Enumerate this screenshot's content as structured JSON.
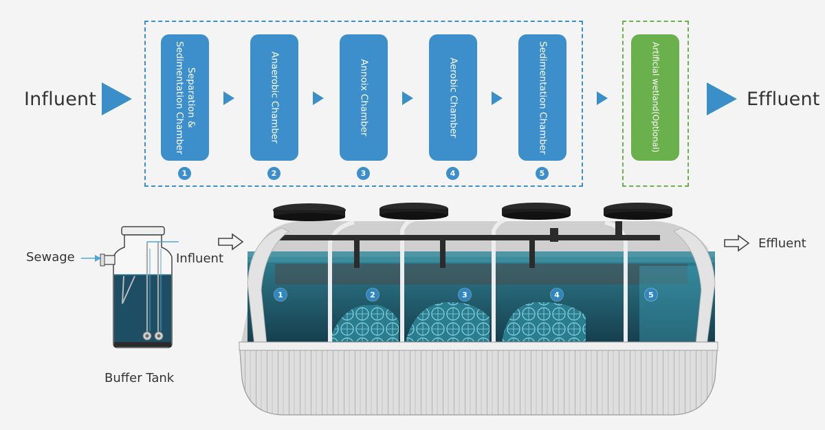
{
  "flow": {
    "influent_label": "Influent",
    "effluent_label": "Effluent",
    "chambers": [
      {
        "label": "Separation &\nSedimentation Chamber",
        "number": "1"
      },
      {
        "label": "Anaerobic Chamber",
        "number": "2"
      },
      {
        "label": "Annoix Chamber",
        "number": "3"
      },
      {
        "label": "Aerobic Chamber",
        "number": "4"
      },
      {
        "label": "Sedimentation Chamber",
        "number": "5"
      }
    ],
    "optional_stage": {
      "label": "Artificial wetland(Optional)"
    }
  },
  "illustration": {
    "sewage_label": "Sewage",
    "buffer_influent_label": "Influent",
    "buffer_tank_label": "Buffer Tank",
    "effluent_label": "Effluent",
    "tank_numbers": [
      "1",
      "2",
      "3",
      "4",
      "5"
    ]
  },
  "colors": {
    "chamber_blue": "#3d8fcc",
    "wetland_green": "#6ab04c",
    "water": "#1f5a6c"
  }
}
